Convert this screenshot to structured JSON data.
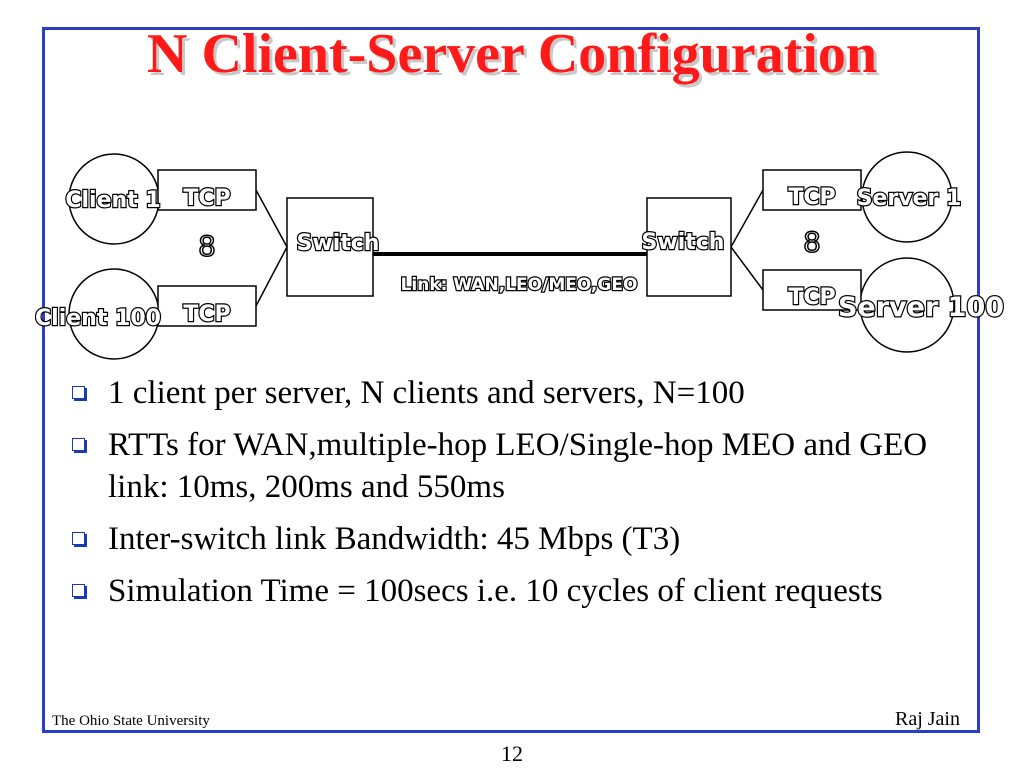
{
  "slide": {
    "title": "N Client-Server Configuration",
    "footer_left": "The Ohio State University",
    "footer_right": "Raj Jain",
    "page_number": "12"
  },
  "diagram": {
    "client_top": "Client 1",
    "client_bottom": "Client 100",
    "server_top": "Server 1",
    "server_bottom": "Server 100",
    "tcp_label": "TCP",
    "switch_label": "Switch",
    "link_label": "Link: WAN,LEO/MEO,GEO",
    "ellipsis_glyph": "8"
  },
  "bullets": [
    {
      "text": "1 client per server, N clients and servers, N=100"
    },
    {
      "text": "RTTs for WAN,multiple-hop LEO/Single-hop MEO and GEO link: 10ms, 200ms and 550ms"
    },
    {
      "text": "Inter-switch link Bandwidth: 45 Mbps (T3)"
    },
    {
      "text": "Simulation Time = 100secs i.e. 10 cycles of client requests"
    }
  ],
  "colors": {
    "title": "#ff1a1a",
    "border": "#2a3cc8",
    "bullet": "#1a3ab4"
  }
}
